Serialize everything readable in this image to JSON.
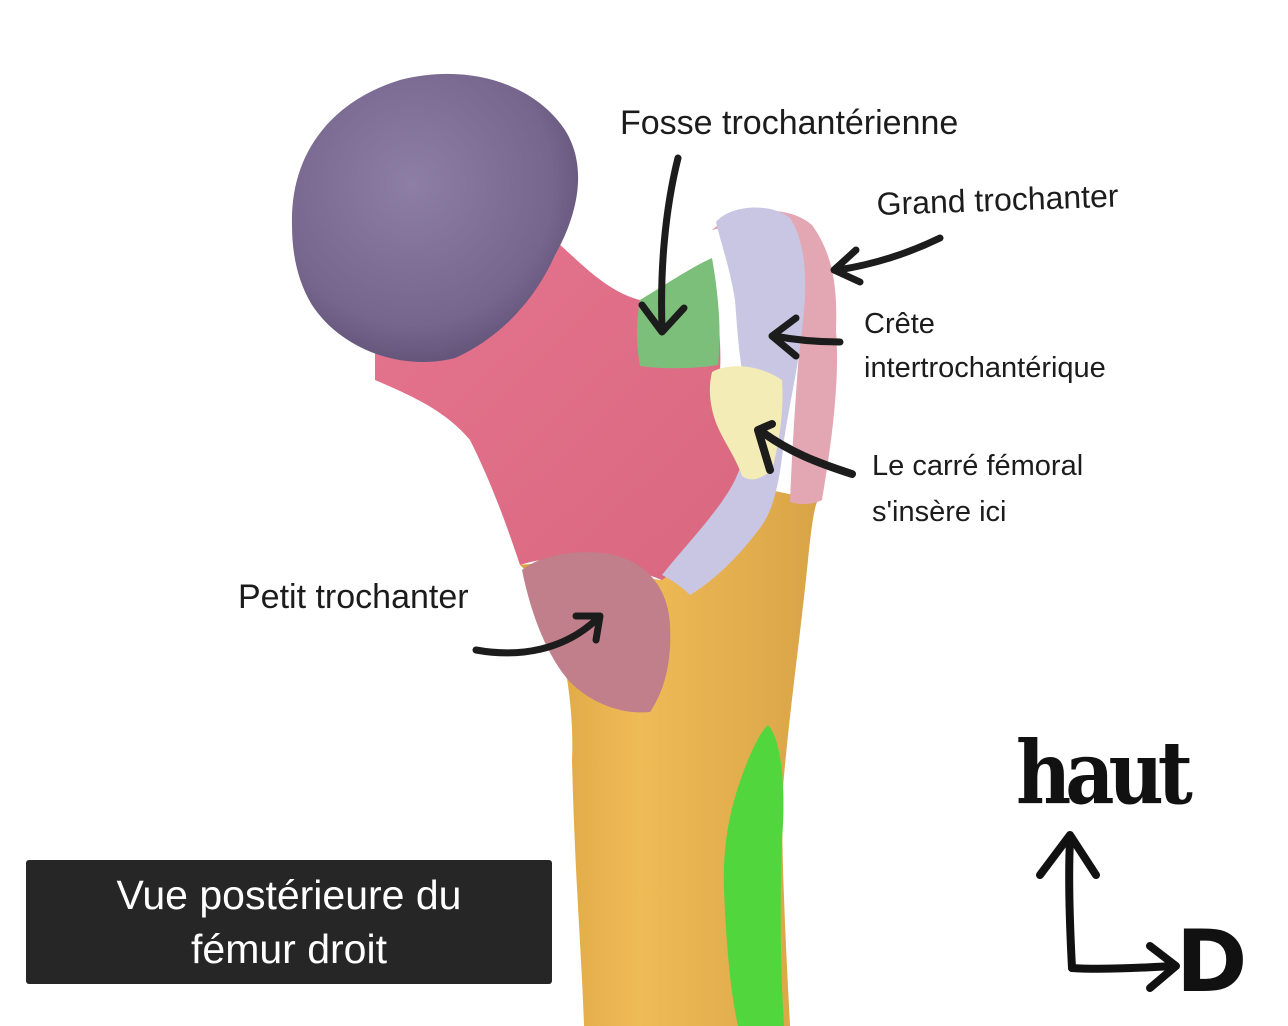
{
  "labels": {
    "fosse": "Fosse trochantérienne",
    "grand": "Grand trochanter",
    "crete_line1": "Crête",
    "crete_line2": "intertrochantérique",
    "carre_line1": "Le carré fémoral",
    "carre_line2": "s'insère ici",
    "petit": "Petit trochanter"
  },
  "caption": {
    "line1": "Vue postérieure du",
    "line2": "fémur droit"
  },
  "orientation": {
    "up": "haut",
    "right": "D"
  },
  "colors": {
    "head": "#7e6e95",
    "neck": "#df6f8c",
    "fossa": "#7cbf7a",
    "greater_trochanter": "#e3a7b3",
    "crest": "#c9c6e4",
    "quadratus": "#f3ecb6",
    "lesser_trochanter": "#c07f8a",
    "shaft": "#e8b24f",
    "shaft_green": "#52d63d",
    "arrow": "#1c1c1c",
    "caption_bg": "#262626"
  }
}
